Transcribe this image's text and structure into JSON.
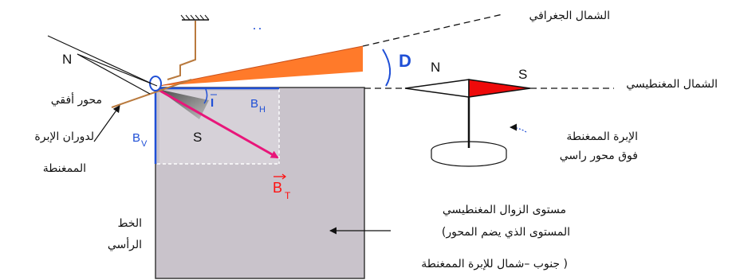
{
  "colors": {
    "plane": "#c9c3cb",
    "plane_edge": "#3a3a3a",
    "horizontal_blue": "#1f4fd6",
    "vector_pink": "#e8167a",
    "declination_orange": "#ff7a2a",
    "needle_red": "#ee0a0a",
    "support_brown": "#b97a3e"
  },
  "labels": {
    "geographic_north": "الشمال الجغرافي",
    "magnetic_north": "الشمال المغنطيسي",
    "declination_symbol": "D",
    "compass_n": "N",
    "compass_s": "S",
    "compass_caption_line1": "الإبرة الممغنطة",
    "compass_caption_line2": "فوق محور راسي",
    "dip_needle_n": "N",
    "dip_needle_s": "S",
    "horizontal_axis_line1": "محور أفقي",
    "horizontal_axis_line2": "لدوران الإبرة",
    "horizontal_axis_line3": "الممغنطة",
    "vertical_line_line1": "الخط",
    "vertical_line_line2": "الرأسي",
    "bv": "B",
    "bv_sub": "V",
    "bh": "B",
    "bh_sub": "H",
    "bt": "B",
    "bt_sub": "T",
    "inclination": "I",
    "plane_line1": "مستوى الزوال المغنطيسي",
    "plane_line2": "(المستوى الذي يضم المحور",
    "plane_line3": "جنوب –شمال للإبرة الممغنطة )"
  },
  "icons": {
    "ground_support": "hatched-support-icon",
    "compass": "compass-needle-icon",
    "dip_needle": "dip-needle-icon"
  }
}
